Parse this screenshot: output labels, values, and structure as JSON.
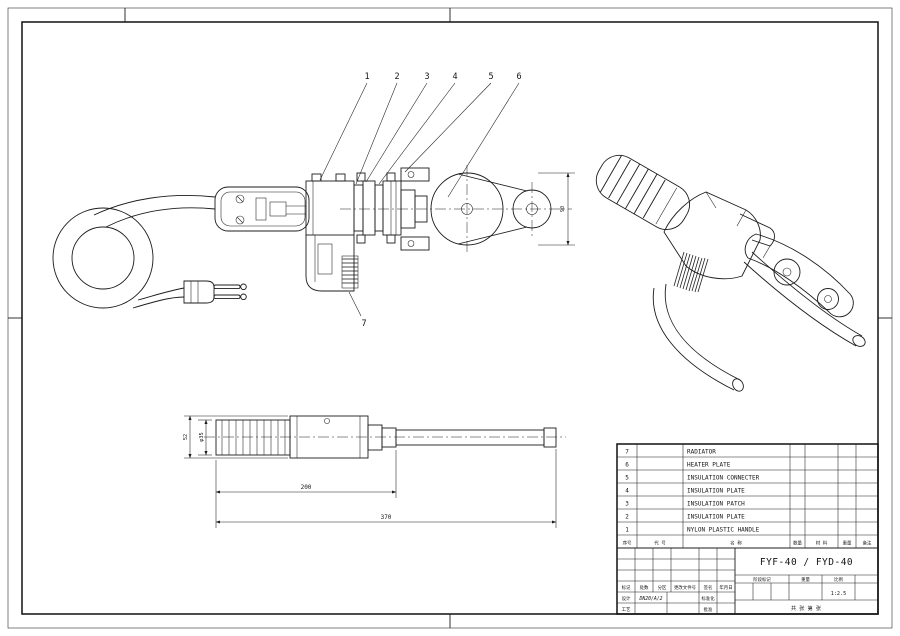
{
  "drawing": {
    "model": "FYF-40 / FYD-40"
  },
  "callouts": [
    "1",
    "2",
    "3",
    "4",
    "5",
    "6",
    "7"
  ],
  "dims": {
    "plate_height": "90",
    "body_len": "200",
    "total_len": "370",
    "dia_heater": "φ35",
    "dia_collar": "52"
  },
  "bom": {
    "rows": [
      {
        "no": "7",
        "name": "RADIATOR"
      },
      {
        "no": "6",
        "name": "HEATER PLATE"
      },
      {
        "no": "5",
        "name": "INSULATION CONNECTER"
      },
      {
        "no": "4",
        "name": "INSULATION PLATE"
      },
      {
        "no": "3",
        "name": "INSULATION PATCH"
      },
      {
        "no": "2",
        "name": "INSULATION PLATE"
      },
      {
        "no": "1",
        "name": "NYLON PLASTIC HANDLE"
      }
    ],
    "header": {
      "no": "序号",
      "code": "代 号",
      "name": "名 称",
      "qty": "数量",
      "material": "材 料",
      "weight": "重量",
      "remark": "备注"
    }
  },
  "titleblock": {
    "title": "FYF-40 / FYD-40",
    "mark": "标记",
    "count": "处数",
    "zone": "分区",
    "doc": "更改文件号",
    "sign": "签名",
    "date": "年月日",
    "design": "设计",
    "std": "标准化",
    "craft": "工艺",
    "approve": "批准",
    "sig": "DN20/A/2",
    "stage": "阶段标记",
    "weight": "重量",
    "scale_label": "比例",
    "scale": "1:2.5",
    "sheet": "共 张  第 张"
  }
}
